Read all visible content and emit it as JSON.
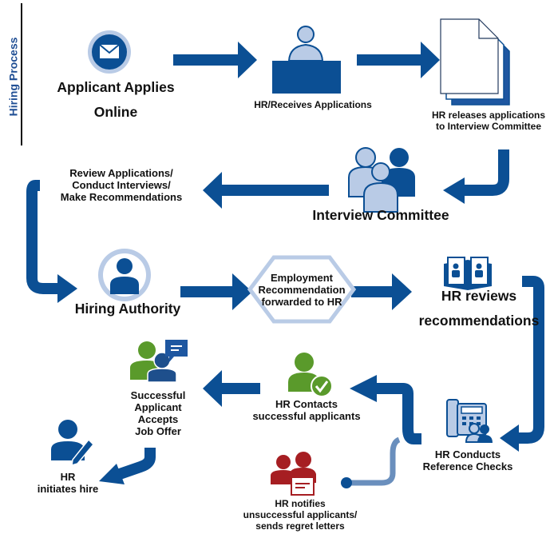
{
  "side_title": "Hiring Process",
  "colors": {
    "dark_blue": "#0b4f94",
    "light_blue": "#b9cbe6",
    "green": "#5a9a2b",
    "red": "#a61e22",
    "gray_blue": "#6a8fbd"
  },
  "steps": {
    "applicant": "Applicant Applies\nOnline",
    "hr_receives": "HR/Receives Applications",
    "hr_releases": "HR releases applications\nto Interview Committee",
    "committee": "Interview Committee",
    "review": "Review Applications/\nConduct Interviews/\nMake Recommendations",
    "authority": "Hiring Authority",
    "recommendation": "Employment\nRecommendation\nforwarded to HR",
    "hr_reviews": "HR reviews\nrecommendations",
    "reference": "HR Conducts\nReference Checks",
    "contacts": "HR Contacts\nsuccessful applicants",
    "notifies": "HR notifies\nunsuccessful applicants/\nsends regret letters",
    "accepts": "Successful\nApplicant\nAccepts\nJob Offer",
    "initiates": "HR\ninitiates hire"
  },
  "icons": [
    "mail-icon",
    "receptionist-icon",
    "documents-icon",
    "group-icon",
    "person-icon",
    "octagon-icon",
    "book-icon",
    "phone-icon",
    "user-check-icon",
    "user-chat-icon",
    "user-pen-icon",
    "users-letter-icon"
  ]
}
